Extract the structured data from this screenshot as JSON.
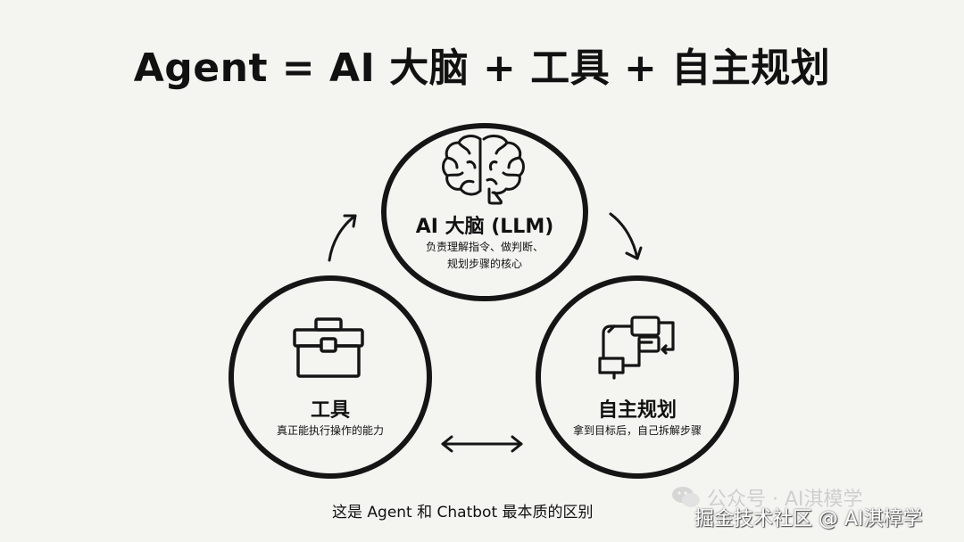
{
  "title": "Agent = AI 大脑 + 工具 + 自主规划",
  "nodes": {
    "brain": {
      "title": "AI 大脑 (LLM)",
      "desc_line1": "负责理解指令、做判断、",
      "desc_line2": "规划步骤的核心",
      "icon": "brain-icon"
    },
    "tools": {
      "title": "工具",
      "desc": "真正能执行操作的能力",
      "icon": "toolbox-icon"
    },
    "plan": {
      "title": "自主规划",
      "desc": "拿到目标后，自己拆解步骤",
      "icon": "flowchart-icon"
    }
  },
  "caption": "这是 Agent 和 Chatbot  最本质的区别",
  "watermark": {
    "faint_text": "公众号 · AI淇模学",
    "main_text": "掘金技术社区 @ AI淇樟学",
    "logo_icon": "wechat-icon"
  },
  "colors": {
    "background": "#f4f4f1",
    "stroke": "#151515"
  }
}
